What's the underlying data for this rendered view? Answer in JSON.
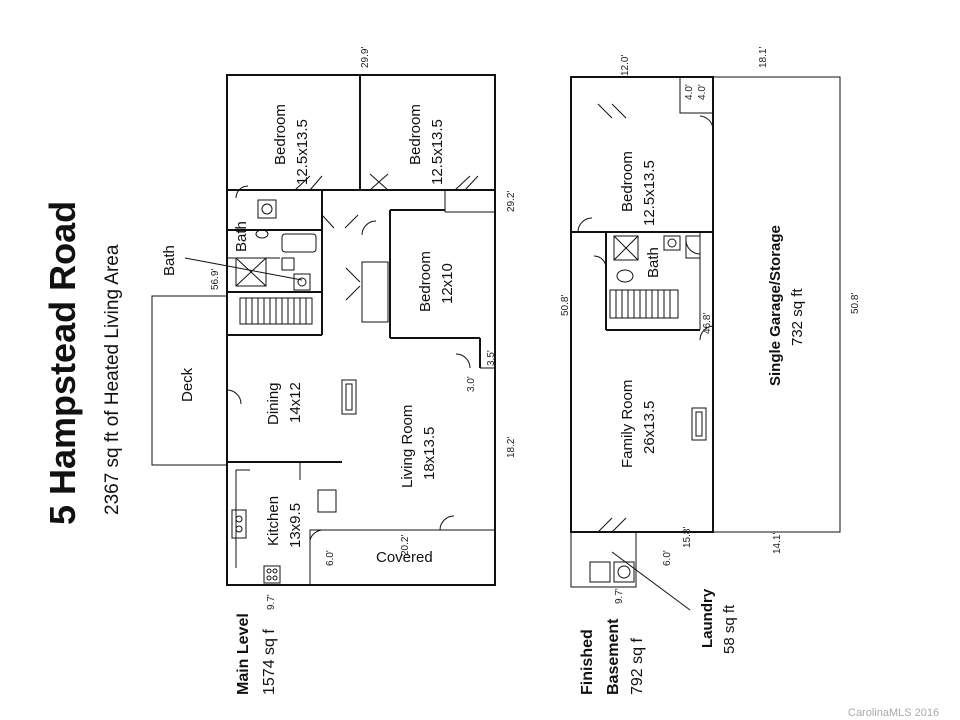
{
  "title": "5 Hampstead Road",
  "subtitle": "2367 sq ft of Heated Living Area",
  "main_level": {
    "name": "Main Level",
    "area": "1574 sq f",
    "rooms": {
      "bedroom_1": [
        "Bedroom",
        "12.5x13.5"
      ],
      "bedroom_2": [
        "Bedroom",
        "12.5x13.5"
      ],
      "bedroom_3": [
        "Bedroom",
        "12x10"
      ],
      "bath_1": [
        "Bath"
      ],
      "bath_2": [
        "Bath"
      ],
      "dining": [
        "Dining",
        "14x12"
      ],
      "living": [
        "Living Room",
        "18x13.5"
      ],
      "kitchen": [
        "Kitchen",
        "13x9.5"
      ],
      "deck": [
        "Deck"
      ],
      "covered": [
        "Covered"
      ]
    },
    "dimensions": {
      "d1": "29.9'",
      "d2": "29.2'",
      "d3": "56.9'",
      "d4": "3.5'",
      "d5": "3.0'",
      "d6": "18.2'",
      "d7": "6.0'",
      "d8": "20.2'",
      "d9": "9.7'"
    }
  },
  "basement": {
    "name_line1": "Finished",
    "name_line2": "Basement",
    "area": "792 sq f",
    "rooms": {
      "bedroom": [
        "Bedroom",
        "12.5x13.5"
      ],
      "bath": [
        "Bath"
      ],
      "family": [
        "Family Room",
        "26x13.5"
      ],
      "garage": [
        "Single Garage/Storage",
        "732 sq ft"
      ],
      "laundry": [
        "Laundry",
        "58 sq ft"
      ]
    },
    "dimensions": {
      "d1": "12.0'",
      "d2": "18.1'",
      "d3": "4.0'",
      "d4": "4.0'",
      "d5": "50.8'",
      "d6": "46.8'",
      "d7": "50.8'",
      "d8": "15.8'",
      "d9": "6.0'",
      "d10": "14.1'",
      "d11": "9.7'"
    }
  },
  "watermark": "CarolinaMLS 2016"
}
